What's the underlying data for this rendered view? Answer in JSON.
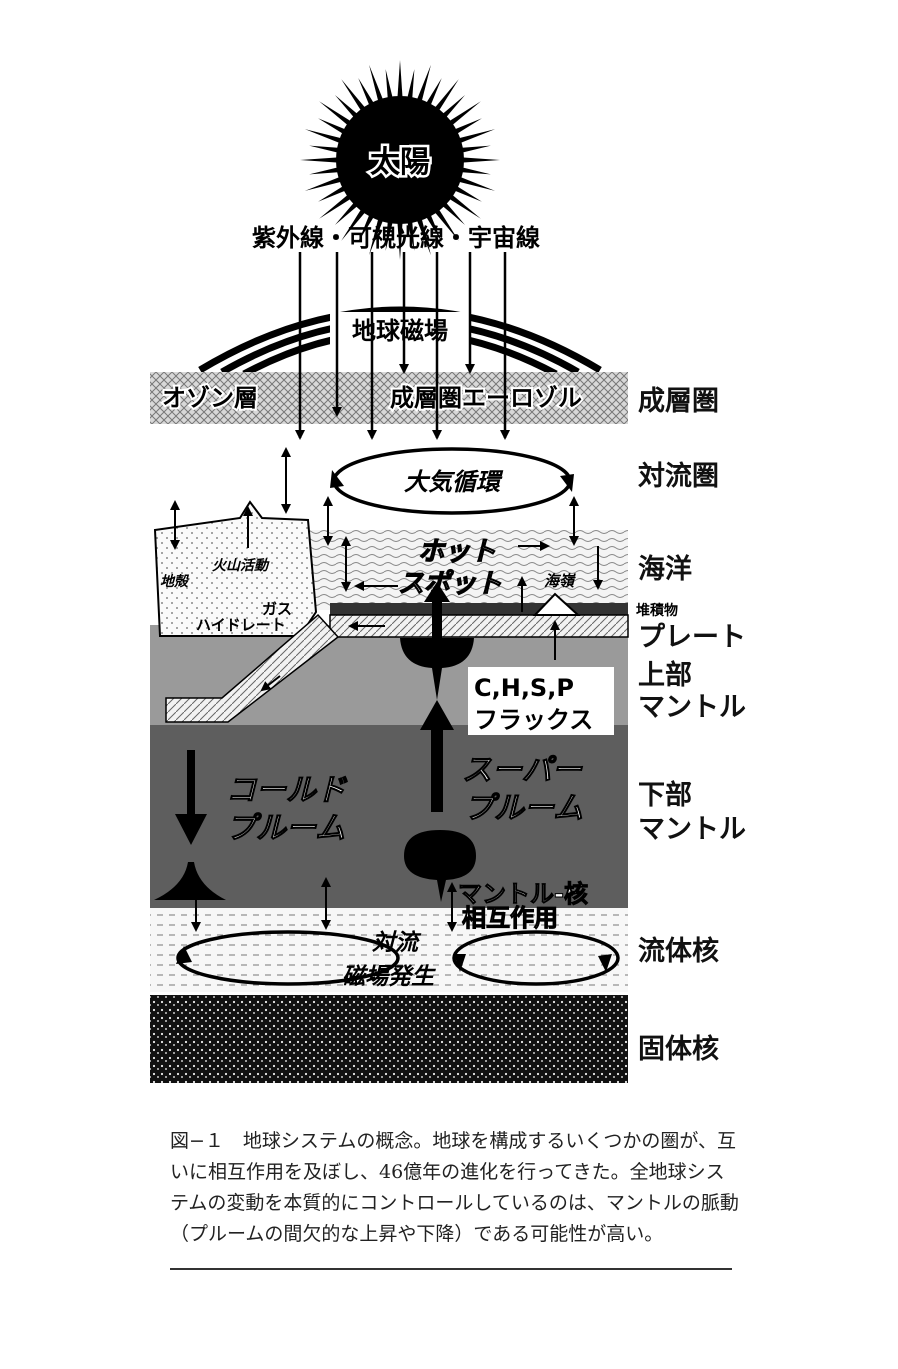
{
  "sun": {
    "label": "太陽"
  },
  "radiation": {
    "label": "紫外線・可視光線・宇宙線"
  },
  "magnetosphere": {
    "label": "地球磁場"
  },
  "stratosphere": {
    "ozone": "オゾン層",
    "aerosol": "成層圏エーロゾル"
  },
  "troposphere": {
    "circulation": "大気循環"
  },
  "ocean": {
    "hotspot_line1": "ホット",
    "hotspot_line2": "スポット",
    "seamount": "海嶺"
  },
  "crust": {
    "volcanism": "火山活動",
    "crust": "地殻",
    "gas": "ガス",
    "hydrate": "ハイドレート"
  },
  "sediment": "堆積物",
  "flux": {
    "line1": "C,H,S,P",
    "line2": "フラックス"
  },
  "cold_plume": {
    "line1": "コールド",
    "line2": "プルーム"
  },
  "super_plume": {
    "line1": "スーパー",
    "line2": "プルーム"
  },
  "cmb": {
    "line1": "マントル-核",
    "line2": "相互作用"
  },
  "core_convection": {
    "line1": "対流",
    "line2": "磁場発生"
  },
  "layers": {
    "stratosphere": "成層圏",
    "troposphere": "対流圏",
    "ocean": "海洋",
    "plate": "プレート",
    "upper_mantle_1": "上部",
    "upper_mantle_2": "マントル",
    "lower_mantle_1": "下部",
    "lower_mantle_2": "マントル",
    "outer_core": "流体核",
    "inner_core": "固体核"
  },
  "caption": "図−１　地球システムの概念。地球を構成するいくつかの圏が、互いに相互作用を及ぼし、46億年の進化を行ってきた。全地球システムの変動を本質的にコントロールしているのは、マントルの脈動（プルームの間欠的な上昇や下降）である可能性が高い。"
}
